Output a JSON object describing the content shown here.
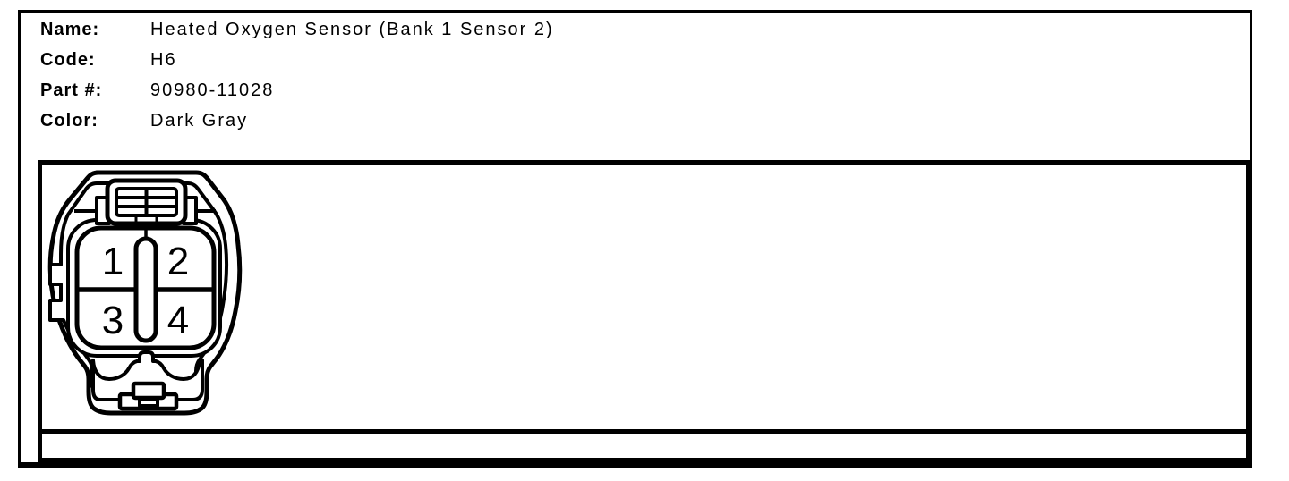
{
  "colors": {
    "ink": "#000000",
    "paper": "#ffffff"
  },
  "header": {
    "fields": [
      {
        "label": "Name:",
        "value": "Heated Oxygen Sensor (Bank 1 Sensor 2)"
      },
      {
        "label": "Code:",
        "value": "H6"
      },
      {
        "label": "Part #:",
        "value": "90980-11028"
      },
      {
        "label": "Color:",
        "value": "Dark Gray"
      }
    ]
  },
  "connector": {
    "pins": [
      "1",
      "2",
      "3",
      "4"
    ]
  }
}
